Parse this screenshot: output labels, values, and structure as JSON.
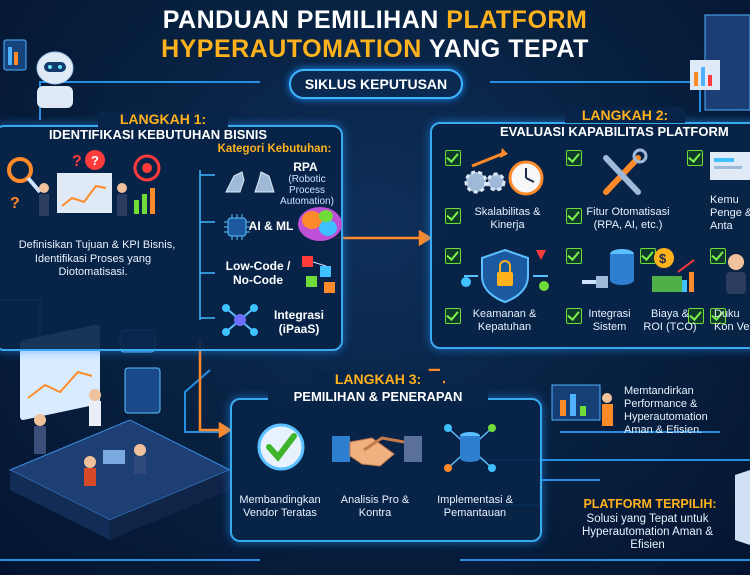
{
  "title": {
    "line1_white": "PANDUAN PEMILIHAN",
    "line1_gold": "PLATFORM",
    "line2_gold": "HYPERAUTOMATION",
    "line2_white": "YANG TEPAT"
  },
  "cycle_label": "SIKLUS KEPUTUSAN",
  "step1": {
    "label": "LANGKAH 1:",
    "heading": "IDENTIFIKASI KEBUTUHAN BISNIS",
    "category_title": "Kategori Kebutuhan:",
    "bullets": [
      "Definisikan Tujuan & KPI Bisnis,",
      "Identifikasi Proses yang Diotomatisasi."
    ],
    "categories": [
      {
        "name": "RPA",
        "detail": "(Robotic Process Automation)"
      },
      {
        "name": "AI & ML"
      },
      {
        "name": "Low-Code / No-Code"
      },
      {
        "name": "Integrasi (iPaaS)"
      }
    ]
  },
  "step2": {
    "label": "LANGKAH 2:",
    "heading": "EVALUASI KAPABILITAS PLATFORM",
    "items": [
      "Skalabilitas & Kinerja",
      "Fitur Otomatisasi (RPA, AI, etc.)",
      "Kemu Penge & Anta",
      "Keamanan & Kepatuhan",
      "Integrasi Sistem",
      "Biaya & ROI (TCO)",
      "Duku Kon Ve"
    ]
  },
  "step3": {
    "label": "LANGKAH 3:",
    "heading": "PEMILIHAN & PENERAPAN",
    "items": [
      "Membandingkan Vendor Teratas",
      "Analisis Pro & Kontra",
      "Implementasi & Pemantauan"
    ]
  },
  "right_note": "Memtandirkan Performance & Hyperautomation Aman & Efisien.",
  "result": {
    "label": "PLATFORM TERPILIH:",
    "text": "Solusi yang Tepat untuk Hyperautomation Aman & Efisien"
  },
  "colors": {
    "accent_blue": "#39a9f0",
    "gold": "#ffb21c",
    "check_green": "#6fdc3a",
    "arrow_orange": "#ff8a2a"
  }
}
